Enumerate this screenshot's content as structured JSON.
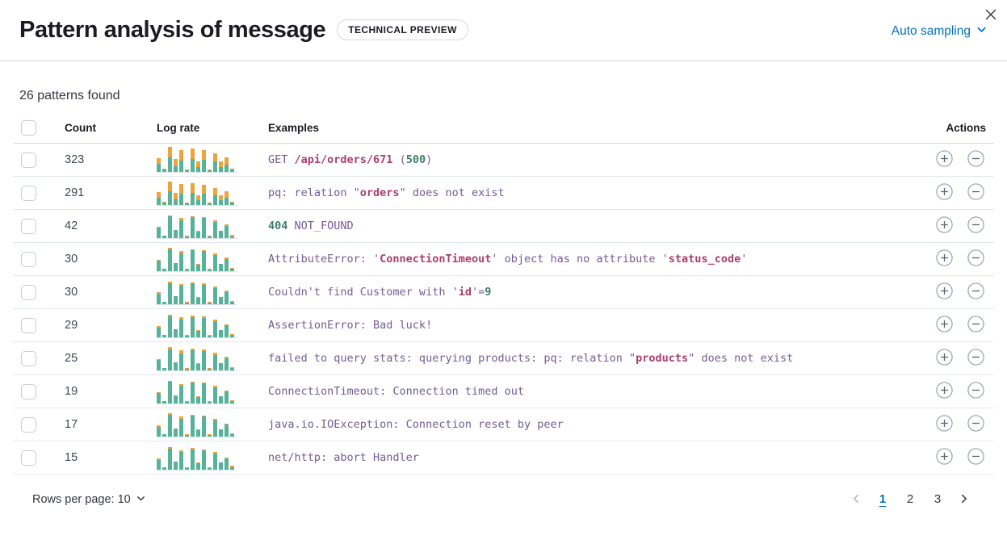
{
  "header": {
    "title": "Pattern analysis of message",
    "badge": "TECHNICAL PREVIEW",
    "sampling_label": "Auto sampling"
  },
  "summary": "26 patterns found",
  "table": {
    "columns": [
      "Count",
      "Log rate",
      "Examples",
      "Actions"
    ],
    "rows": [
      {
        "count": "323",
        "example": [
          {
            "t": "GET ",
            "c": "p"
          },
          {
            "t": "/api/orders/671",
            "c": "m"
          },
          {
            "t": " (",
            "c": "p"
          },
          {
            "t": "500",
            "c": "g"
          },
          {
            "t": ")",
            "c": "p"
          }
        ],
        "bars": [
          [
            10,
            6
          ],
          [
            3,
            1
          ],
          [
            17,
            13
          ],
          [
            7,
            8
          ],
          [
            13,
            13
          ],
          [
            2,
            1
          ],
          [
            15,
            13
          ],
          [
            6,
            6
          ],
          [
            14,
            12
          ],
          [
            2,
            1
          ],
          [
            12,
            10
          ],
          [
            6,
            6
          ],
          [
            9,
            8
          ],
          [
            3,
            1
          ]
        ]
      },
      {
        "count": "291",
        "example": [
          {
            "t": "pq: relation \"",
            "c": "p"
          },
          {
            "t": "orders",
            "c": "m"
          },
          {
            "t": "\" does not exist",
            "c": "p"
          }
        ],
        "bars": [
          [
            9,
            6
          ],
          [
            3,
            1
          ],
          [
            16,
            12
          ],
          [
            7,
            7
          ],
          [
            13,
            12
          ],
          [
            2,
            1
          ],
          [
            14,
            12
          ],
          [
            6,
            5
          ],
          [
            13,
            11
          ],
          [
            2,
            1
          ],
          [
            11,
            9
          ],
          [
            6,
            5
          ],
          [
            9,
            7
          ],
          [
            3,
            1
          ]
        ]
      },
      {
        "count": "42",
        "example": [
          {
            "t": "404",
            "c": "g"
          },
          {
            "t": " NOT_FOUND",
            "c": "p"
          }
        ],
        "bars": [
          [
            12,
            1
          ],
          [
            3,
            0
          ],
          [
            26,
            1
          ],
          [
            10,
            0
          ],
          [
            21,
            3
          ],
          [
            2,
            1
          ],
          [
            25,
            1
          ],
          [
            8,
            1
          ],
          [
            24,
            1
          ],
          [
            2,
            1
          ],
          [
            19,
            2
          ],
          [
            9,
            0
          ],
          [
            14,
            2
          ],
          [
            2,
            2
          ]
        ]
      },
      {
        "count": "30",
        "example": [
          {
            "t": "AttributeError: '",
            "c": "p"
          },
          {
            "t": "ConnectionTimeout",
            "c": "m"
          },
          {
            "t": "' object has no attribute '",
            "c": "p"
          },
          {
            "t": "status_code",
            "c": "m"
          },
          {
            "t": "'",
            "c": "p"
          }
        ],
        "bars": [
          [
            12,
            1
          ],
          [
            3,
            0
          ],
          [
            26,
            2
          ],
          [
            10,
            0
          ],
          [
            21,
            3
          ],
          [
            2,
            1
          ],
          [
            25,
            1
          ],
          [
            8,
            1
          ],
          [
            24,
            1
          ],
          [
            2,
            1
          ],
          [
            19,
            2
          ],
          [
            9,
            0
          ],
          [
            14,
            2
          ],
          [
            3,
            1
          ]
        ]
      },
      {
        "count": "30",
        "example": [
          {
            "t": "Couldn't find Customer with '",
            "c": "p"
          },
          {
            "t": "id",
            "c": "m"
          },
          {
            "t": "'=",
            "c": "p"
          },
          {
            "t": "9",
            "c": "g"
          }
        ],
        "bars": [
          [
            12,
            2
          ],
          [
            3,
            0
          ],
          [
            25,
            2
          ],
          [
            10,
            0
          ],
          [
            22,
            2
          ],
          [
            2,
            1
          ],
          [
            25,
            1
          ],
          [
            8,
            1
          ],
          [
            23,
            2
          ],
          [
            2,
            1
          ],
          [
            19,
            2
          ],
          [
            9,
            0
          ],
          [
            14,
            2
          ],
          [
            3,
            1
          ]
        ]
      },
      {
        "count": "29",
        "example": [
          {
            "t": "AssertionError: Bad luck!",
            "c": "p"
          }
        ],
        "bars": [
          [
            11,
            2
          ],
          [
            3,
            0
          ],
          [
            25,
            2
          ],
          [
            10,
            0
          ],
          [
            21,
            3
          ],
          [
            2,
            1
          ],
          [
            24,
            2
          ],
          [
            8,
            1
          ],
          [
            23,
            2
          ],
          [
            2,
            1
          ],
          [
            19,
            2
          ],
          [
            9,
            0
          ],
          [
            14,
            1
          ],
          [
            3,
            1
          ]
        ]
      },
      {
        "count": "25",
        "example": [
          {
            "t": "failed to query stats: querying products: pq: relation \"",
            "c": "p"
          },
          {
            "t": "products",
            "c": "m"
          },
          {
            "t": "\" does not exist",
            "c": "p"
          }
        ],
        "bars": [
          [
            12,
            1
          ],
          [
            3,
            0
          ],
          [
            25,
            3
          ],
          [
            10,
            0
          ],
          [
            20,
            4
          ],
          [
            2,
            1
          ],
          [
            24,
            2
          ],
          [
            8,
            1
          ],
          [
            23,
            2
          ],
          [
            2,
            1
          ],
          [
            18,
            3
          ],
          [
            9,
            0
          ],
          [
            14,
            2
          ],
          [
            3,
            1
          ]
        ]
      },
      {
        "count": "19",
        "example": [
          {
            "t": "ConnectionTimeout: Connection timed out",
            "c": "p"
          }
        ],
        "bars": [
          [
            12,
            1
          ],
          [
            3,
            0
          ],
          [
            26,
            1
          ],
          [
            10,
            0
          ],
          [
            21,
            2
          ],
          [
            2,
            1
          ],
          [
            25,
            1
          ],
          [
            8,
            1
          ],
          [
            24,
            1
          ],
          [
            2,
            1
          ],
          [
            19,
            2
          ],
          [
            9,
            0
          ],
          [
            14,
            1
          ],
          [
            3,
            1
          ]
        ]
      },
      {
        "count": "17",
        "example": [
          {
            "t": "java.io.IOException: Connection reset by peer",
            "c": "p"
          }
        ],
        "bars": [
          [
            11,
            2
          ],
          [
            3,
            0
          ],
          [
            26,
            2
          ],
          [
            10,
            0
          ],
          [
            21,
            3
          ],
          [
            2,
            1
          ],
          [
            25,
            1
          ],
          [
            8,
            1
          ],
          [
            24,
            1
          ],
          [
            2,
            1
          ],
          [
            19,
            2
          ],
          [
            9,
            0
          ],
          [
            14,
            1
          ],
          [
            3,
            1
          ]
        ]
      },
      {
        "count": "15",
        "example": [
          {
            "t": "net/http: abort Handler",
            "c": "p"
          }
        ],
        "bars": [
          [
            11,
            2
          ],
          [
            3,
            0
          ],
          [
            25,
            2
          ],
          [
            10,
            0
          ],
          [
            21,
            2
          ],
          [
            2,
            1
          ],
          [
            24,
            2
          ],
          [
            8,
            1
          ],
          [
            23,
            1
          ],
          [
            2,
            1
          ],
          [
            19,
            2
          ],
          [
            9,
            0
          ],
          [
            13,
            1
          ],
          [
            3,
            2
          ]
        ]
      }
    ]
  },
  "footer": {
    "rows_per_page_label": "Rows per page: 10",
    "pagination": {
      "pages": [
        "1",
        "2",
        "3"
      ],
      "active": "1"
    }
  },
  "colors": {
    "link_blue": "#0071C2",
    "bar_green": "#54B399",
    "bar_orange": "#F0A33A",
    "token_purple": "#765B96",
    "token_maroon": "#AB3E6E",
    "token_green": "#3D7E68"
  }
}
